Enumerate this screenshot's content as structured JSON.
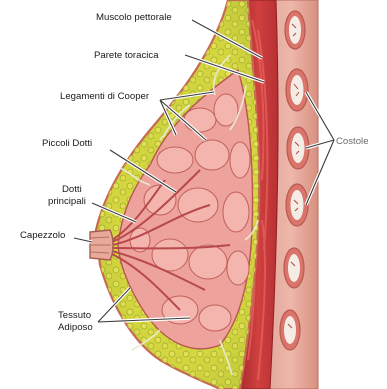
{
  "labels": {
    "pectoral_muscle": "Muscolo pettorale",
    "chest_wall": "Parete toracica",
    "cooper_ligaments": "Legamenti di Cooper",
    "small_ducts": "Piccoli Dotti",
    "main_ducts_line1": "Dotti",
    "main_ducts_line2": "principali",
    "nipple": "Capezzolo",
    "fat_line1": "Tessuto",
    "fat_line2": "Adiposo",
    "ribs": "Costole"
  },
  "colors": {
    "fat_yellow": "#dcd93f",
    "fat_green": "#a9c43a",
    "lobule_pink": "#f1a6a0",
    "duct_pink": "#e38a82",
    "muscle_red": "#c9383a",
    "rib_outer": "#d26b62",
    "rib_inner": "#f6ece6",
    "skin_edge": "#c66a52"
  }
}
